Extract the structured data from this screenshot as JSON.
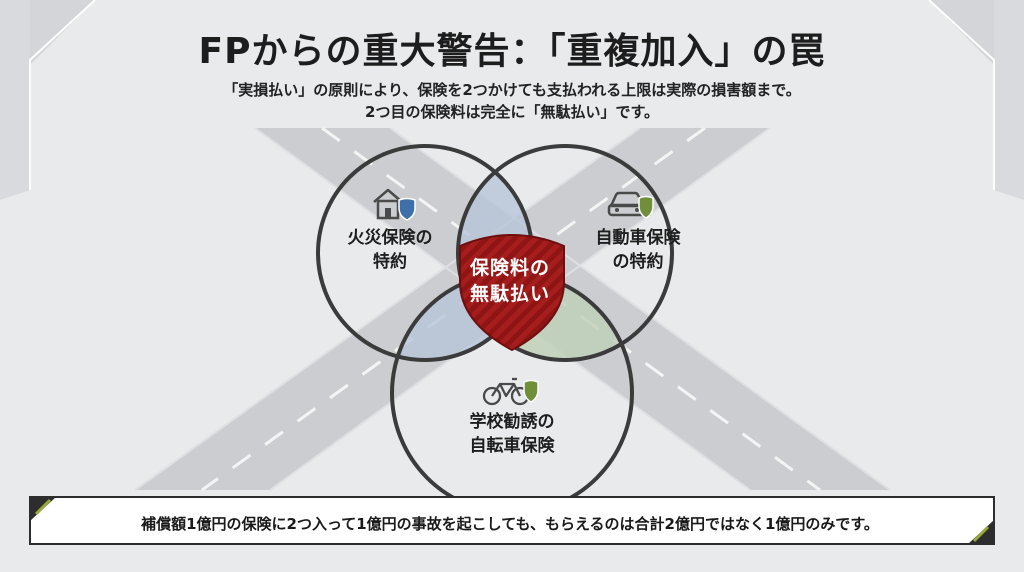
{
  "header": {
    "title": "FPからの重大警告：「重複加入」の罠",
    "subtitle_line1": "「実損払い」の原則により、保険を2つかけても支払われる上限は実際の損害額まで。",
    "subtitle_line2": "2つ目の保険料は完全に「無駄払い」です。"
  },
  "venn": {
    "left": {
      "line1": "火災保険の",
      "line2": "特約",
      "icon": "house-shield-icon"
    },
    "right": {
      "line1": "自動車保険",
      "line2": "の特約",
      "icon": "car-shield-icon"
    },
    "bottom": {
      "line1": "学校勧誘の",
      "line2": "自転車保険",
      "icon": "bicycle-shield-icon"
    },
    "center": {
      "line1": "保険料の",
      "line2": "無駄払い"
    }
  },
  "footer": {
    "note": "補償額1億円の保険に2つ入って1億円の事故を起こしても、もらえるのは合計2億円ではなく1億円のみです。"
  },
  "colors": {
    "accent_red": "#a01c1c",
    "shield_blue": "#3f6fa8",
    "shield_green": "#6f8f3a",
    "overlap_blue": "#b7c6d8",
    "overlap_green": "#bfd0b8"
  }
}
